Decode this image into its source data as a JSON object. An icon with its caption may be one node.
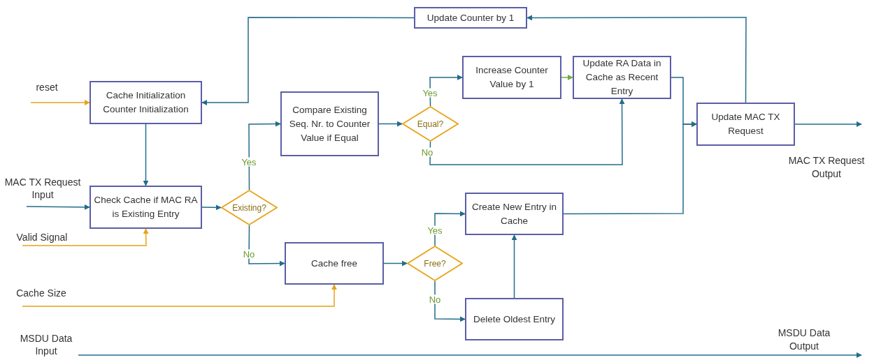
{
  "diagram": {
    "nodes": [
      {
        "text": [
          "reset"
        ]
      },
      {
        "text": [
          "Cache Initialization Counter Initialization"
        ]
      },
      {
        "text": [
          "MAC TX Request Input"
        ]
      },
      {
        "text": [
          "Check Cache if MAC RA is Existing Entry"
        ]
      },
      {
        "text": [
          "Valid Signal"
        ]
      },
      {
        "text": [
          "Existing?"
        ]
      },
      {
        "text": [
          "Compare Existing Seq. Nr. to Counter Value if Equal"
        ]
      },
      {
        "text": [
          "Equal?"
        ]
      },
      {
        "text": [
          "Increase Counter Value by 1"
        ]
      },
      {
        "text": [
          "Update RA Data in Cache as Recent Entry"
        ]
      },
      {
        "text": [
          "Update Counter by 1"
        ]
      },
      {
        "text": [
          "Update MAC TX Request"
        ]
      },
      {
        "text": [
          "Cache Size"
        ]
      },
      {
        "text": [
          "Cache free"
        ]
      },
      {
        "text": [
          "Free?"
        ]
      },
      {
        "text": [
          "Create New Entry in Cache"
        ]
      },
      {
        "text": [
          "Delete Oldest Entry"
        ]
      },
      {
        "text": [
          "MSDU Data Input"
        ]
      }
    ],
    "edges": [
      {
        "from": 0,
        "to": 1,
        "arrow": "to",
        "color": "#e8a317"
      },
      {
        "from": 1,
        "to": 3,
        "arrow": "to"
      },
      {
        "from": 2,
        "to": 3,
        "arrow": "to"
      },
      {
        "from": 4,
        "to": 3,
        "arrow": "to",
        "color": "#e8a317"
      },
      {
        "from": 3,
        "to": 5,
        "arrow": "to"
      },
      {
        "from": 5,
        "to": 6,
        "arrow": "to",
        "label": "Yes"
      },
      {
        "from": 5,
        "to": 13,
        "arrow": "to",
        "label": "No"
      },
      {
        "from": 12,
        "to": 13,
        "arrow": "to",
        "color": "#e8a317"
      },
      {
        "from": 6,
        "to": 7,
        "arrow": "to"
      },
      {
        "from": 7,
        "to": 8,
        "arrow": "to",
        "label": "Yes"
      },
      {
        "from": 7,
        "to": 9,
        "arrow": "to",
        "label": "No"
      },
      {
        "from": 8,
        "to": 9,
        "arrow": "to",
        "color": "#70ad47"
      },
      {
        "from": 9,
        "to": 11,
        "arrow": "to"
      },
      {
        "from": 15,
        "to": 11,
        "arrow": "to"
      },
      {
        "from": 11,
        "to": 10,
        "arrow": "to"
      },
      {
        "from": 10,
        "to": 1,
        "arrow": "to"
      },
      {
        "from": 13,
        "to": 14,
        "arrow": "to"
      },
      {
        "from": 14,
        "to": 15,
        "arrow": "to",
        "label": "Yes"
      },
      {
        "from": 14,
        "to": 16,
        "arrow": "to",
        "label": "No"
      },
      {
        "from": 16,
        "to": 15,
        "arrow": "to"
      },
      {
        "from": 11,
        "to": null,
        "arrow": "to"
      },
      {
        "from": 17,
        "to": null,
        "arrow": "to"
      }
    ],
    "labels": [
      "MAC TX Request Output",
      "MSDU Data Output"
    ]
  }
}
